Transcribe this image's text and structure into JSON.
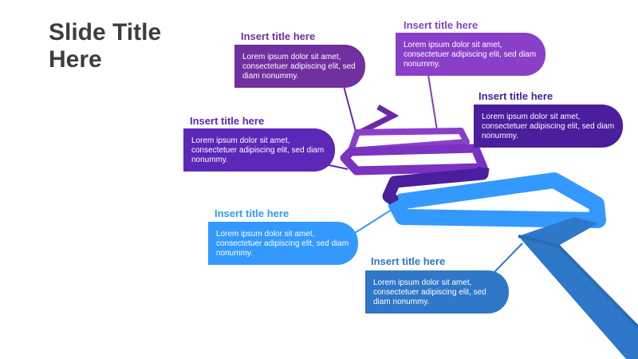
{
  "slide": {
    "title": "Slide Title Here"
  },
  "callouts": [
    {
      "title": "Insert title here",
      "body": "Lorem ipsum dolor sit amet, consectetuer adipiscing elit, sed diam nonummy."
    },
    {
      "title": "Insert title here",
      "body": "Lorem ipsum dolor sit amet, consectetuer adipiscing elit, sed diam nonummy."
    },
    {
      "title": "Insert title here",
      "body": "Lorem ipsum dolor sit amet, consectetuer adipiscing elit, sed diam nonummy."
    },
    {
      "title": "Insert title here",
      "body": "Lorem ipsum dolor sit amet, consectetuer adipiscing elit, sed diam nonummy."
    },
    {
      "title": "Insert title here",
      "body": "Lorem ipsum dolor sit amet, consectetuer adipiscing elit, sed diam nonummy."
    },
    {
      "title": "Insert title here",
      "body": "Lorem ipsum dolor sit amet, consectetuer adipiscing elit, sed diam nonummy."
    }
  ],
  "colors": {
    "title_text": "#3d3d3d",
    "purple_light": "#8a3fc9",
    "purple": "#7030a0",
    "violet": "#5b28b8",
    "indigo": "#4a1e9c",
    "blue_light": "#3399ff",
    "blue": "#2f77c8"
  }
}
